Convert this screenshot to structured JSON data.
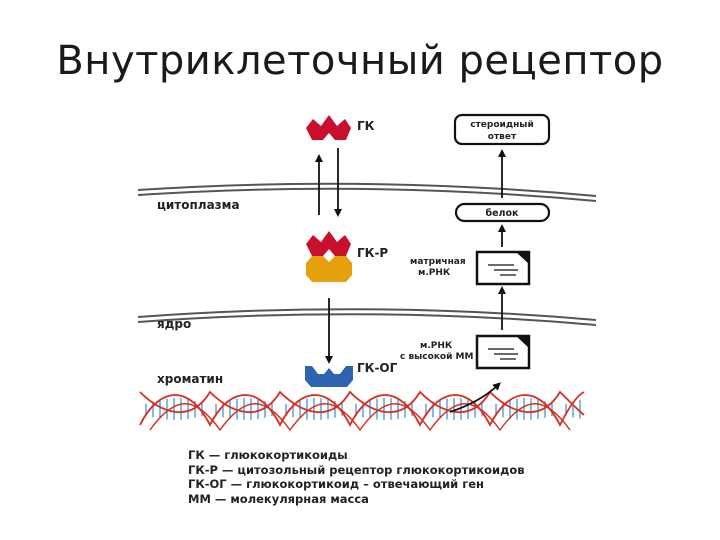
{
  "title": "Внутриклеточный рецептор",
  "diagram": {
    "labels": {
      "gk": "ГК",
      "gk_r": "ГК-Р",
      "gk_og": "ГК-ОГ",
      "cytoplasm": "цитоплазма",
      "nucleus": "ядро",
      "chromatin": "хроматин",
      "steroid_response_line1": "стероидный",
      "steroid_response_line2": "ответ",
      "protein": "белок",
      "mrna_matrix_line1": "матричная",
      "mrna_matrix_line2": "м.РНК",
      "mrna_hmw_line1": "м.РНК",
      "mrna_hmw_line2": "с высокой ММ"
    },
    "colors": {
      "hormone": "#c8102e",
      "receptor": "#e5a00d",
      "gene": "#2e63b0",
      "dna_red": "#d9301f",
      "dna_blue": "#4aa0d8",
      "membrane": "#555555"
    }
  },
  "legend": [
    "ГК — глюкокортикоиды",
    "ГК-Р — цитозольный рецептор глюкокортикоидов",
    "ГК-ОГ — глюкокортикоид – отвечающий ген",
    "ММ — молекулярная масса"
  ]
}
